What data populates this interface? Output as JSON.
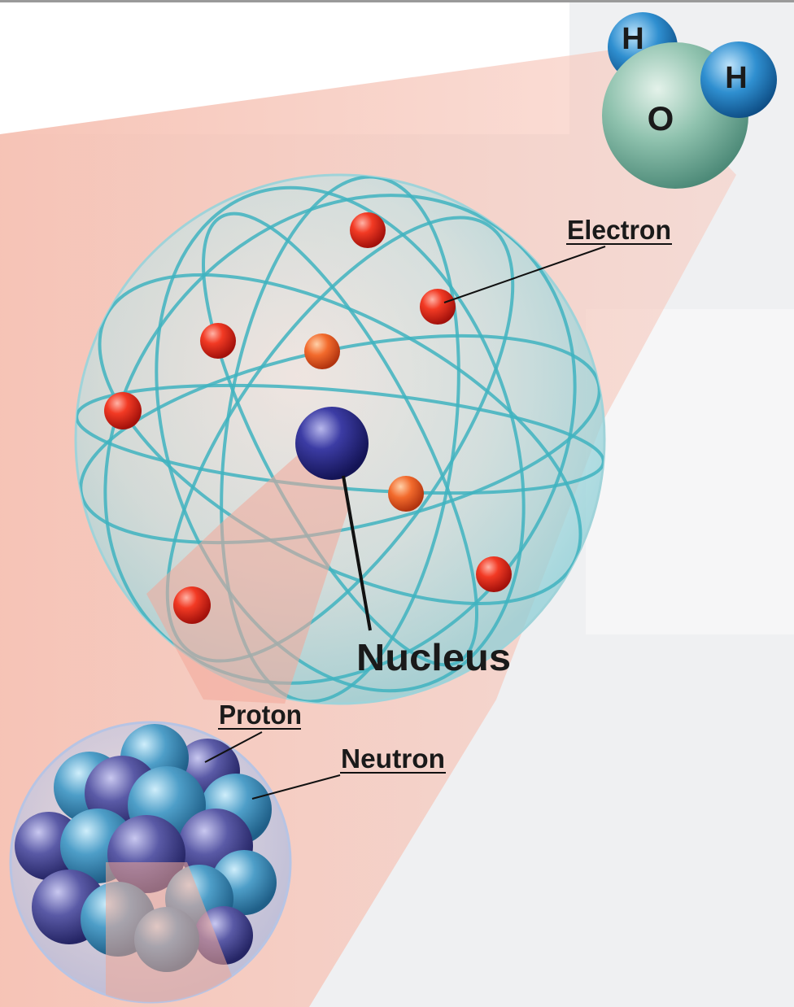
{
  "molecule": {
    "atoms": [
      {
        "symbol": "H"
      },
      {
        "symbol": "H"
      },
      {
        "symbol": "O"
      }
    ]
  },
  "labels": {
    "electron": "Electron",
    "nucleus": "Nucleus",
    "proton": "Proton",
    "neutron": "Neutron"
  },
  "colors": {
    "electron": "#e2231a",
    "nucleus_core": "#2e2e8a",
    "oxygen": "#7fb7a4",
    "hydrogen": "#2f8fd0",
    "proton": "#4e9ec8",
    "neutron": "#4a4a94",
    "orbit": "#3fb3bf",
    "cone": "#f5b7aa"
  }
}
